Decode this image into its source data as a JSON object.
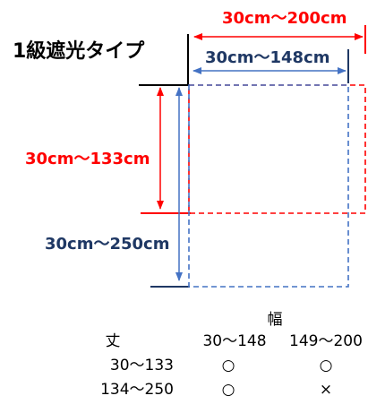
{
  "title": "1級遮光タイプ",
  "colors": {
    "red": "#ff0000",
    "blue": "#4472c4",
    "navy": "#1f3864",
    "black": "#000000"
  },
  "labels": {
    "red_width": "30cm〜200cm",
    "blue_width": "30cm〜148cm",
    "red_height": "30cm〜133cm",
    "blue_height": "30cm〜250cm"
  },
  "table": {
    "width_header": "幅",
    "height_header": "丈",
    "columns": [
      "30〜148",
      "149〜200"
    ],
    "rows": [
      {
        "label": "30〜133",
        "cells": [
          "○",
          "○"
        ]
      },
      {
        "label": "134〜250",
        "cells": [
          "○",
          "×"
        ]
      }
    ]
  }
}
